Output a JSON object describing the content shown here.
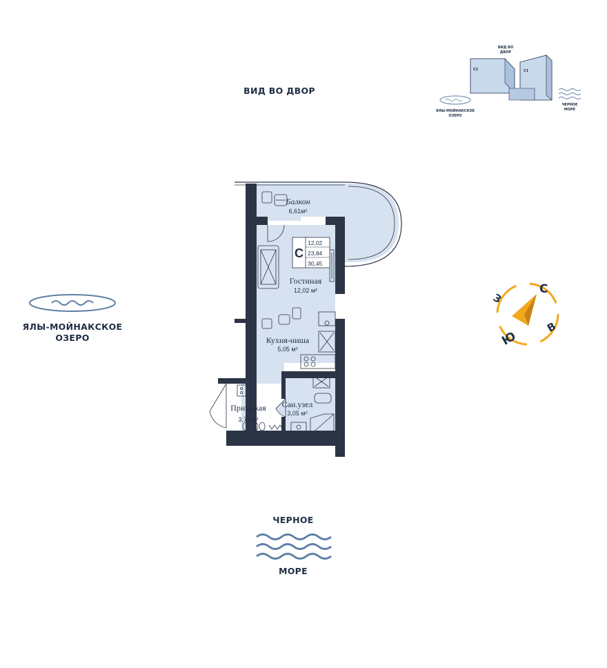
{
  "view": {
    "label": "ВИД ВО ДВОР"
  },
  "lake": {
    "label_line1": "ЯЛЫ-МОЙНАКСКОЕ",
    "label_line2": "ОЗЕРО"
  },
  "sea": {
    "label_top": "ЧЕРНОЕ",
    "label_bottom": "МОРЕ"
  },
  "mini_map": {
    "view_line1": "ВИД ВО",
    "view_line2": "ДВОР",
    "building_left": "С2",
    "building_right": "С1",
    "lake_line1": "ЯЛЫ-МОЙНАКСКОЕ",
    "lake_line2": "ОЗЕРО",
    "sea_line1": "ЧЕРНОЕ",
    "sea_line2": "МОРЕ"
  },
  "compass": {
    "north": "С",
    "east": "В",
    "south": "Ю",
    "west": "З",
    "accent": "#f2a81d"
  },
  "apartment": {
    "type": "С",
    "areas": [
      "12,02",
      "23,84",
      "30,45"
    ]
  },
  "rooms": {
    "balcony": {
      "name": "Балкон",
      "area": "6,61м²"
    },
    "living": {
      "name": "Гостиная",
      "area": "12,02 м²"
    },
    "kitchen": {
      "name": "Кухня-ниша",
      "area": "5,05 м²"
    },
    "hall": {
      "name": "Прихожая",
      "area": "3,72 м²"
    },
    "bath": {
      "name": "Сан.узел",
      "area": "3,05 м²"
    }
  },
  "colors": {
    "wall": "#2b3546",
    "floor": "#d7e2f1",
    "ink": "#1f2f45",
    "compass_accent": "#f2a81d"
  }
}
